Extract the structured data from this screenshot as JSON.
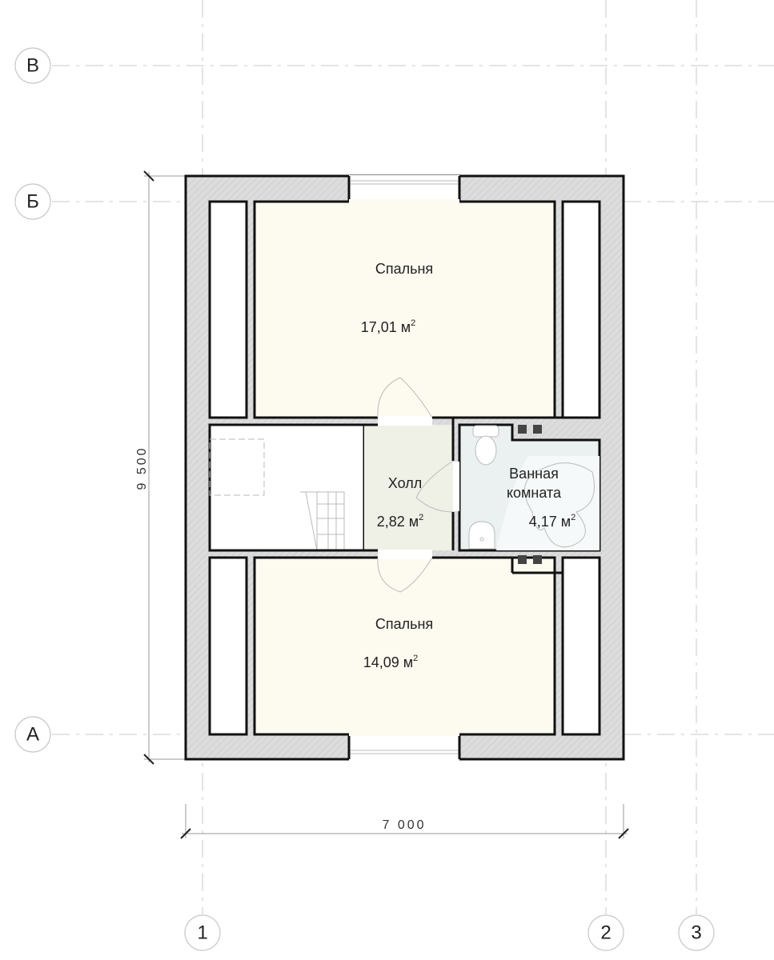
{
  "axes": {
    "rows": [
      {
        "label": "В"
      },
      {
        "label": "Б"
      },
      {
        "label": "А"
      }
    ],
    "cols": [
      {
        "label": "1"
      },
      {
        "label": "2"
      },
      {
        "label": "3"
      }
    ]
  },
  "dimensions": {
    "height": "9 500",
    "width": "7 000"
  },
  "rooms": {
    "bedroom_top": {
      "name": "Спальня",
      "area": "17,01 м",
      "sup": "2"
    },
    "hall": {
      "name": "Холл",
      "area": "2,82 м",
      "sup": "2"
    },
    "bathroom": {
      "name_line1": "Ванная",
      "name_line2": "комната",
      "area": "4,17 м",
      "sup": "2"
    },
    "bedroom_bottom": {
      "name": "Спальня",
      "area": "14,09 м",
      "sup": "2"
    }
  },
  "colors": {
    "wall": "#dcdcdc",
    "bedroom": "#fdfaf0",
    "hall": "#eff0e6",
    "bathroom": "#ebf1f1"
  }
}
